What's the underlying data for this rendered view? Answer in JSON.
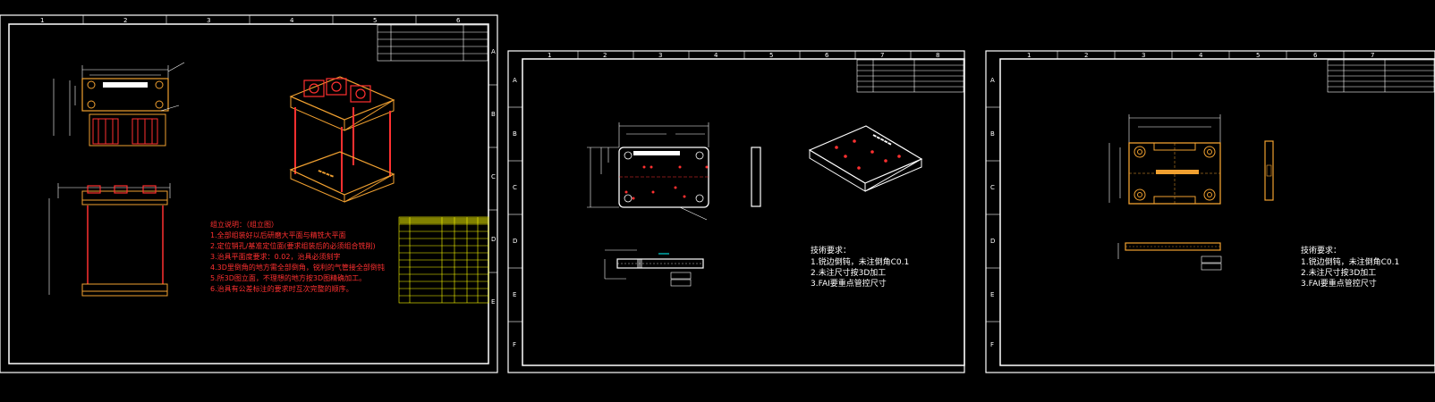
{
  "sheets": [
    {
      "id": "assembly",
      "zone_numbers_top": [
        "1",
        "2",
        "3",
        "4",
        "5",
        "6"
      ],
      "zone_letters": [
        "A",
        "B",
        "C",
        "D",
        "E"
      ],
      "notes_title": "组立说明：（组立图）",
      "notes": [
        "1.全部组装好以后研磨大平面与精铣大平面",
        "2.定位销孔/基准定位面(要求组装后的必须组合铣削)",
        "3.治具平面度要求：0.02，治具必须刻字",
        "4.3D里倒角的地方需全部倒角，锐利的气管接全部倒钝",
        "5.所3D图立面，不理想的地方按3D图精确加工。",
        "6.治具有公差标注的要求时互次完整的顺序。"
      ]
    },
    {
      "id": "plate",
      "zone_numbers_top": [
        "1",
        "2",
        "3",
        "4",
        "5",
        "6",
        "7",
        "8"
      ],
      "zone_letters": [
        "A",
        "B",
        "C",
        "D",
        "E",
        "F"
      ],
      "tech_title": "技術要求：",
      "tech_notes": [
        "1.锐边倒钝，未注倒角C0.1",
        "2.未注尺寸按3D加工",
        "3.FAI要重点管控尺寸"
      ]
    },
    {
      "id": "base",
      "zone_numbers_top": [
        "1",
        "2",
        "3",
        "4",
        "5",
        "6",
        "7"
      ],
      "zone_letters": [
        "A",
        "B",
        "C",
        "D",
        "E",
        "F"
      ],
      "tech_title": "技術要求：",
      "tech_notes": [
        "1.锐边倒钝，未注倒角C0.1",
        "2.未注尺寸按3D加工",
        "3.FAI要重点管控尺寸"
      ]
    }
  ],
  "colors": {
    "background": "#000000",
    "frame": "#ffffff",
    "part": "#f0a030",
    "cut": "#ff3030",
    "dim": "#ffffff",
    "table": "#ffff00"
  }
}
